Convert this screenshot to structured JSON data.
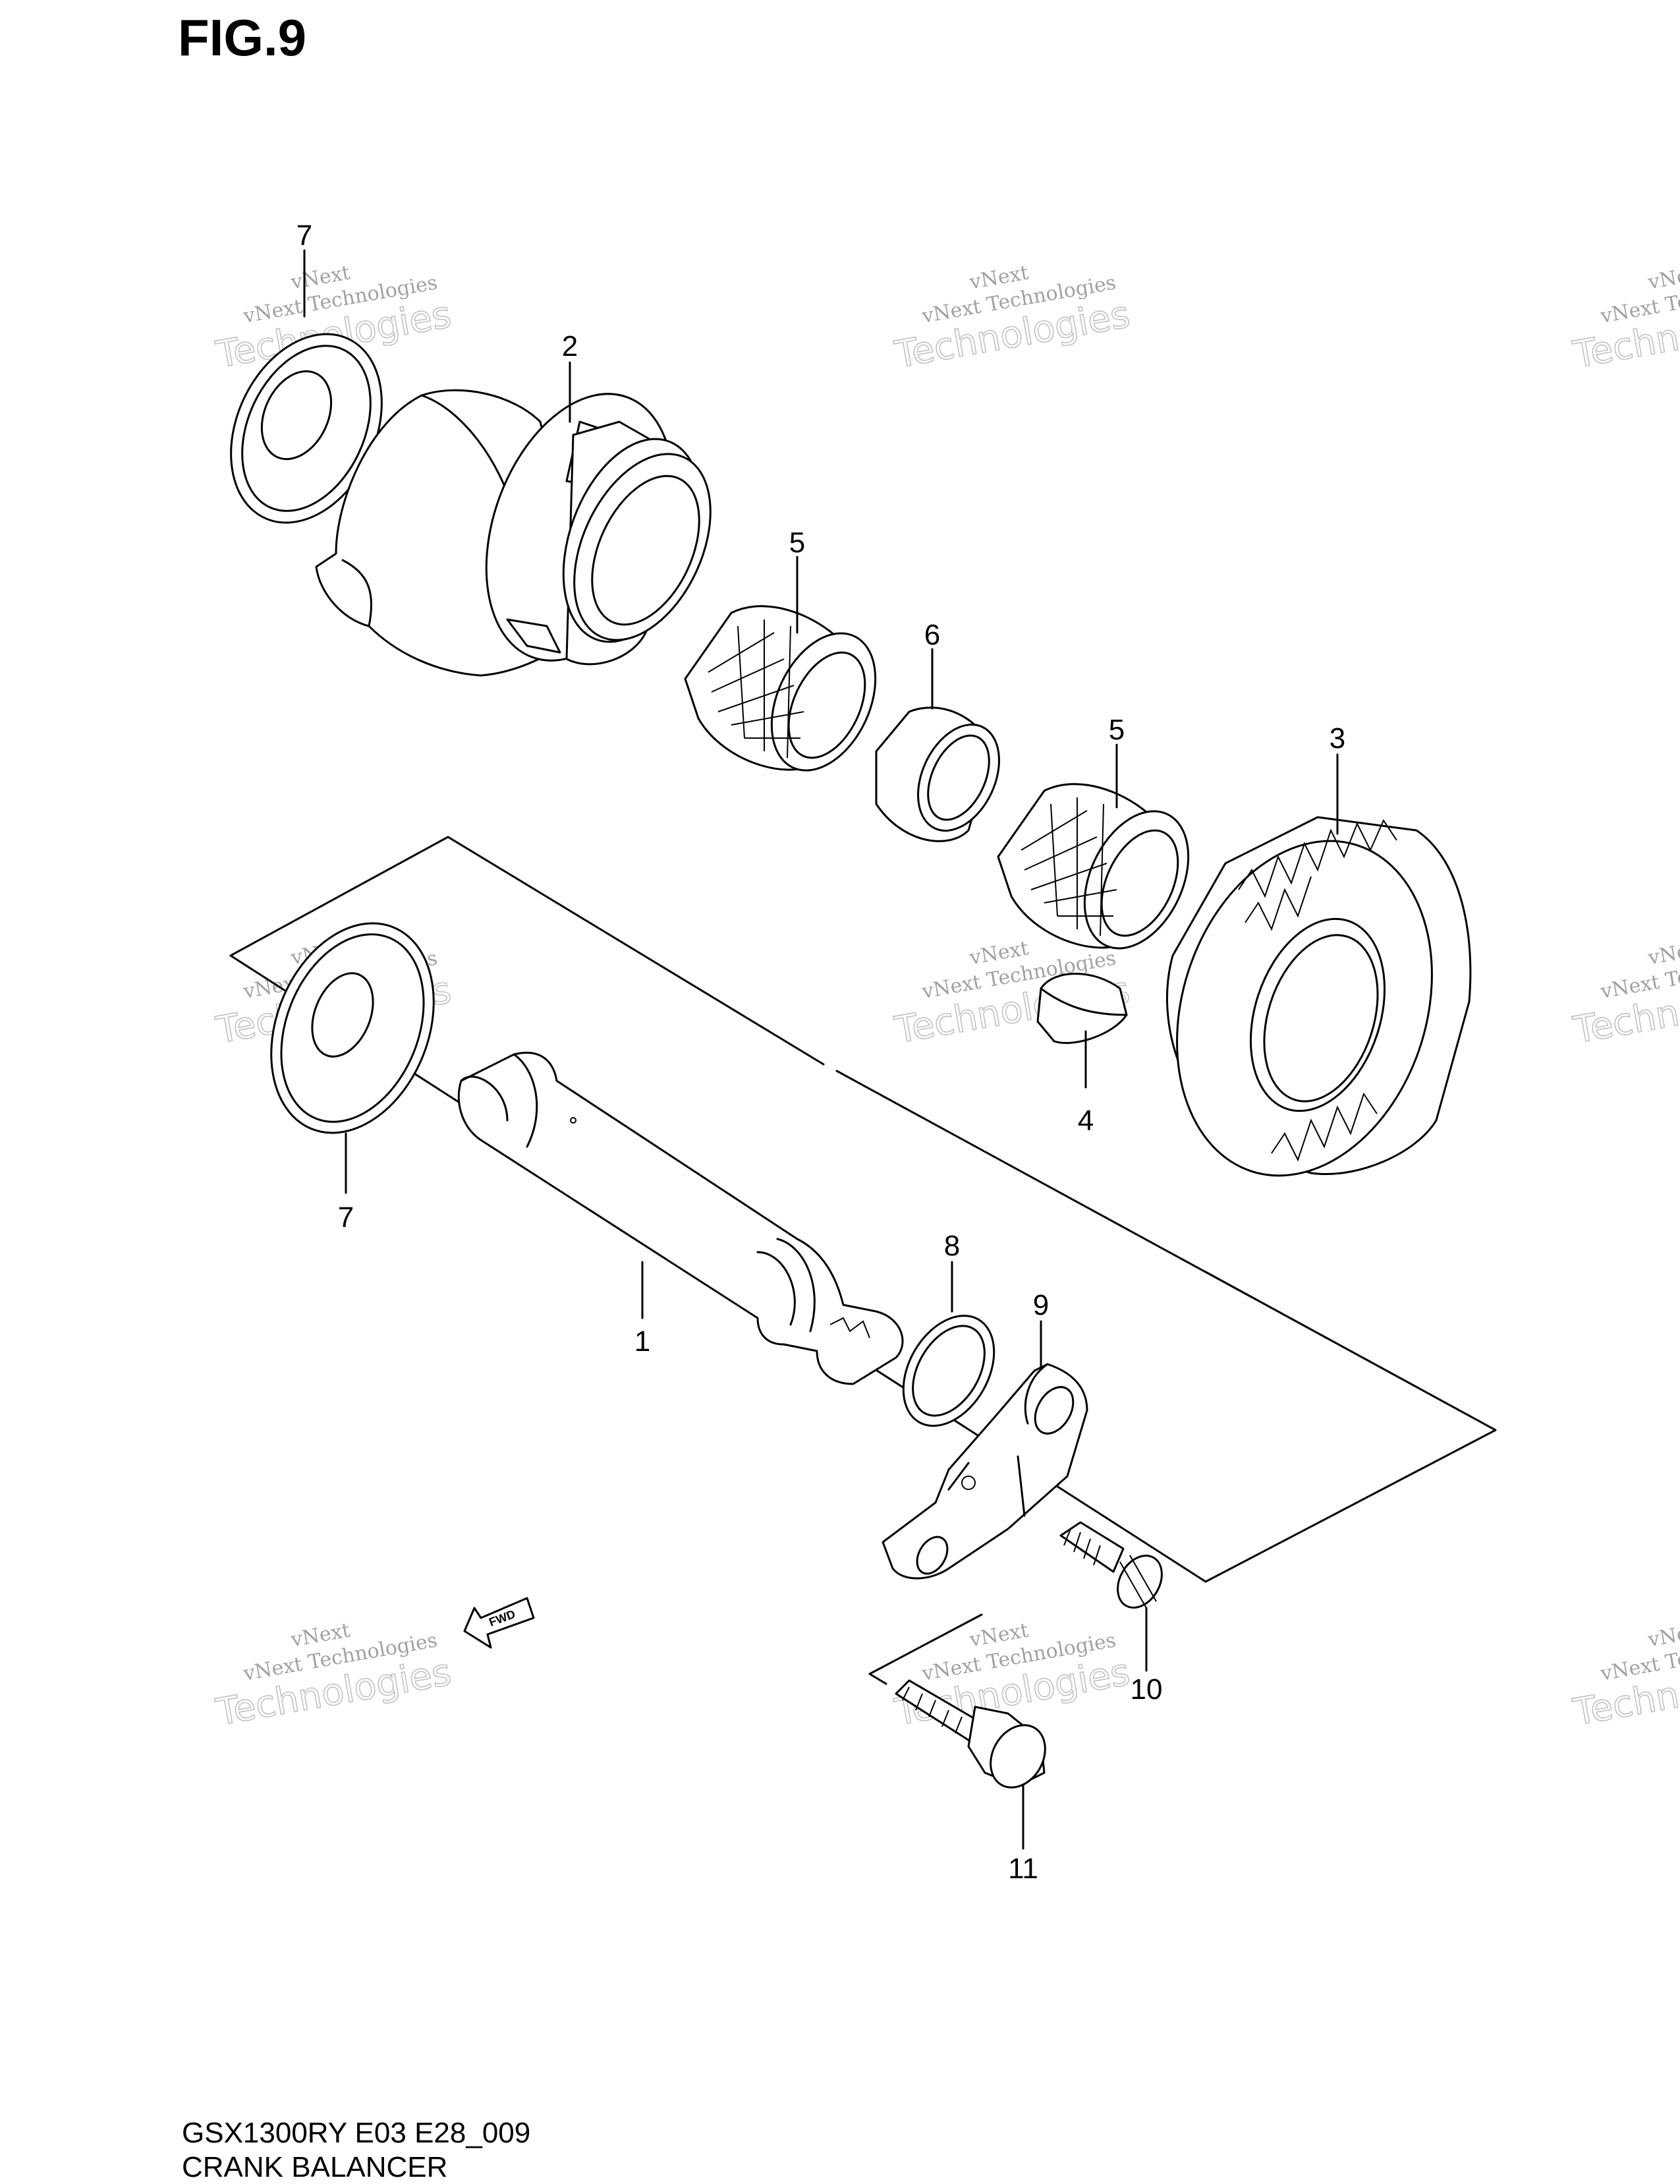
{
  "figure_title": "FIG.9",
  "diagram_code": "GSX1300RY E03 E28_009",
  "diagram_name": "CRANK BALANCER",
  "fwd_label": "FWD",
  "watermark": {
    "line1": "vNext",
    "line2": "vNext Technologies",
    "line3": "Technologies"
  },
  "callouts": [
    {
      "id": "7a",
      "label": "7"
    },
    {
      "id": "2",
      "label": "2"
    },
    {
      "id": "5a",
      "label": "5"
    },
    {
      "id": "6",
      "label": "6"
    },
    {
      "id": "5b",
      "label": "5"
    },
    {
      "id": "3",
      "label": "3"
    },
    {
      "id": "4",
      "label": "4"
    },
    {
      "id": "7b",
      "label": "7"
    },
    {
      "id": "1",
      "label": "1"
    },
    {
      "id": "8",
      "label": "8"
    },
    {
      "id": "9",
      "label": "9"
    },
    {
      "id": "10",
      "label": "10"
    },
    {
      "id": "11",
      "label": "11"
    }
  ]
}
